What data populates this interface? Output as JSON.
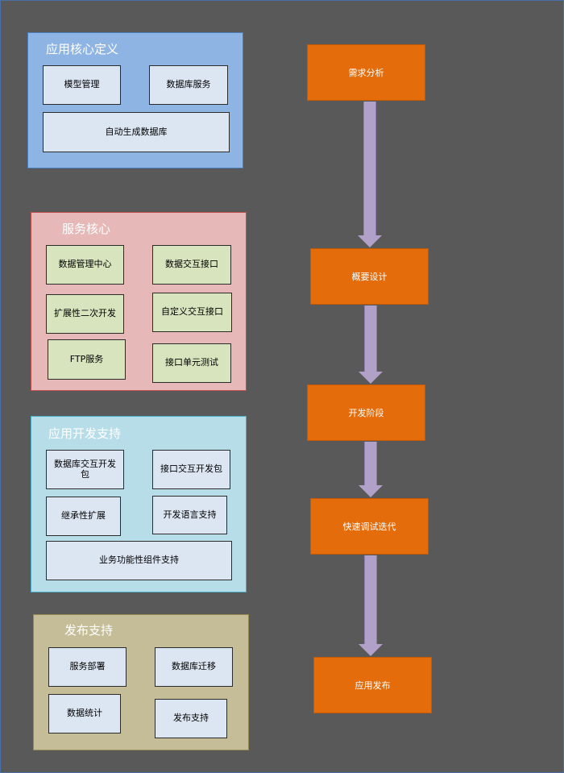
{
  "groups": [
    {
      "title": "应用核心定义",
      "items": [
        "模型管理",
        "数据库服务",
        "自动生成数据库"
      ]
    },
    {
      "title": "服务核心",
      "items": [
        "数据管理中心",
        "数据交互接口",
        "扩展性二次开发",
        "自定义交互接口",
        "FTP服务",
        "接口单元测试"
      ]
    },
    {
      "title": "应用开发支持",
      "items": [
        "数据库交互开发包",
        "接口交互开发包",
        "继承性扩展",
        "开发语言支持",
        "业务功能性组件支持"
      ]
    },
    {
      "title": "发布支持",
      "items": [
        "服务部署",
        "数据库迁移",
        "数据统计",
        "发布支持"
      ]
    }
  ],
  "flow": {
    "steps": [
      "需求分析",
      "概要设计",
      "开发阶段",
      "快速调试迭代",
      "应用发布"
    ]
  },
  "colors": {
    "background": "#595959",
    "group1": "#8db4e2",
    "group2": "#e6b9b8",
    "group3": "#b7dee8",
    "group4": "#c4bd97",
    "step": "#e46c0a",
    "arrow": "#b1a0c7"
  }
}
